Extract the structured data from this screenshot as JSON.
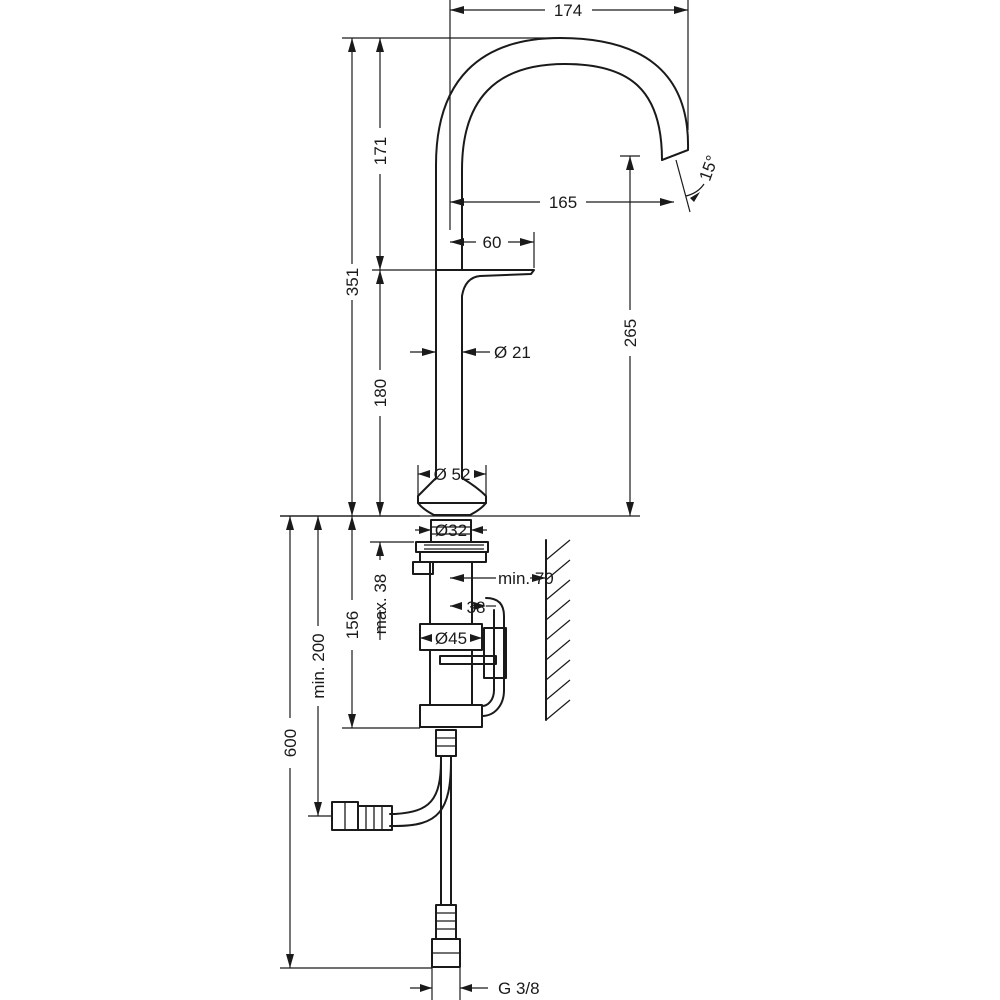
{
  "dimensions": {
    "top_width": "174",
    "spout_height_total": "351",
    "spout_upper": "171",
    "spout_lower": "180",
    "spout_reach": "165",
    "outlet_angle": "15°",
    "lever_length": "60",
    "body_diameter": "Ø 21",
    "base_diameter": "Ø 52",
    "outlet_height": "265",
    "thread_diameter": "Ø32",
    "distance_wall": "min. 70",
    "deck_thickness": "max. 38",
    "depth_total": "156",
    "depth_min": "min. 200",
    "hose_length": "600",
    "shank_width": "38",
    "nut_diameter": "Ø45",
    "connection": "G 3/8"
  }
}
